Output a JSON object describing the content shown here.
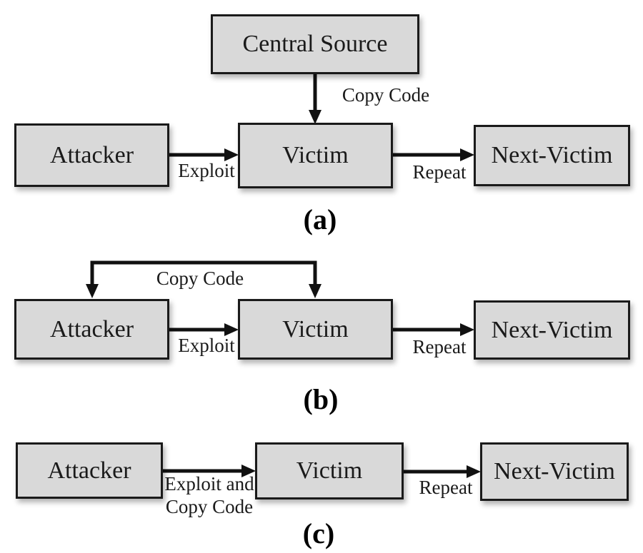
{
  "figure": {
    "panels": [
      {
        "caption": "(a)",
        "nodes": {
          "central_source": "Central Source",
          "attacker": "Attacker",
          "victim": "Victim",
          "next_victim": "Next-Victim"
        },
        "edges": {
          "copy_code": "Copy Code",
          "exploit": "Exploit",
          "repeat": "Repeat"
        }
      },
      {
        "caption": "(b)",
        "nodes": {
          "attacker": "Attacker",
          "victim": "Victim",
          "next_victim": "Next-Victim"
        },
        "edges": {
          "copy_code": "Copy Code",
          "exploit": "Exploit",
          "repeat": "Repeat"
        }
      },
      {
        "caption": "(c)",
        "nodes": {
          "attacker": "Attacker",
          "victim": "Victim",
          "next_victim": "Next-Victim"
        },
        "edges": {
          "exploit_and": "Exploit and",
          "copy_code": "Copy Code",
          "repeat": "Repeat"
        }
      }
    ],
    "colors": {
      "background": "#ffffff",
      "box_fill": "#d9d9d9",
      "box_border": "#1a1a1a",
      "arrow": "#111111",
      "text": "#1a1a1a"
    }
  }
}
